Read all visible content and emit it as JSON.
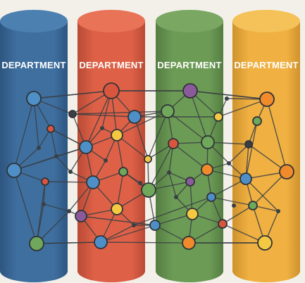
{
  "diagram": {
    "columns": [
      {
        "label": "DEPARTMENT",
        "color": "#3f6f9f",
        "color_dark": "#2d5580",
        "color_top": "#4c80b0"
      },
      {
        "label": "DEPARTMENT",
        "color": "#de6147",
        "color_dark": "#b94a35",
        "color_top": "#e87357"
      },
      {
        "label": "DEPARTMENT",
        "color": "#6c9b55",
        "color_dark": "#547d42",
        "color_top": "#7aa863"
      },
      {
        "label": "DEPARTMENT",
        "color": "#f0b142",
        "color_dark": "#cf922c",
        "color_top": "#f4c258"
      }
    ],
    "line_color": "#3a3f44",
    "node_stroke": "#2f3338",
    "node_palette": {
      "blue": "#4d8fc6",
      "orange": "#f08a2a",
      "yellow": "#f5c842",
      "green": "#6fa85a",
      "red": "#d9553e",
      "purple": "#8a5a9a",
      "dark": "#3a3f44"
    }
  }
}
